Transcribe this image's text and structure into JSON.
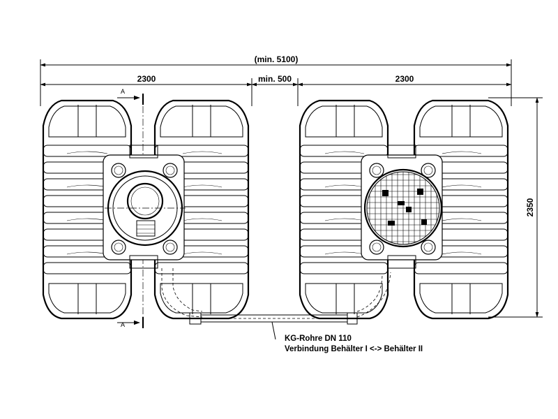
{
  "dimensions": {
    "overall": "(min. 5100)",
    "left_width": "2300",
    "gap": "min. 500",
    "right_width": "2300",
    "height": "2350"
  },
  "section": {
    "top_label": "A",
    "bottom_label": "A"
  },
  "note": {
    "line1": "KG-Rohre DN 110",
    "line2": "Verbindung Behälter I <-> Behälter II"
  }
}
